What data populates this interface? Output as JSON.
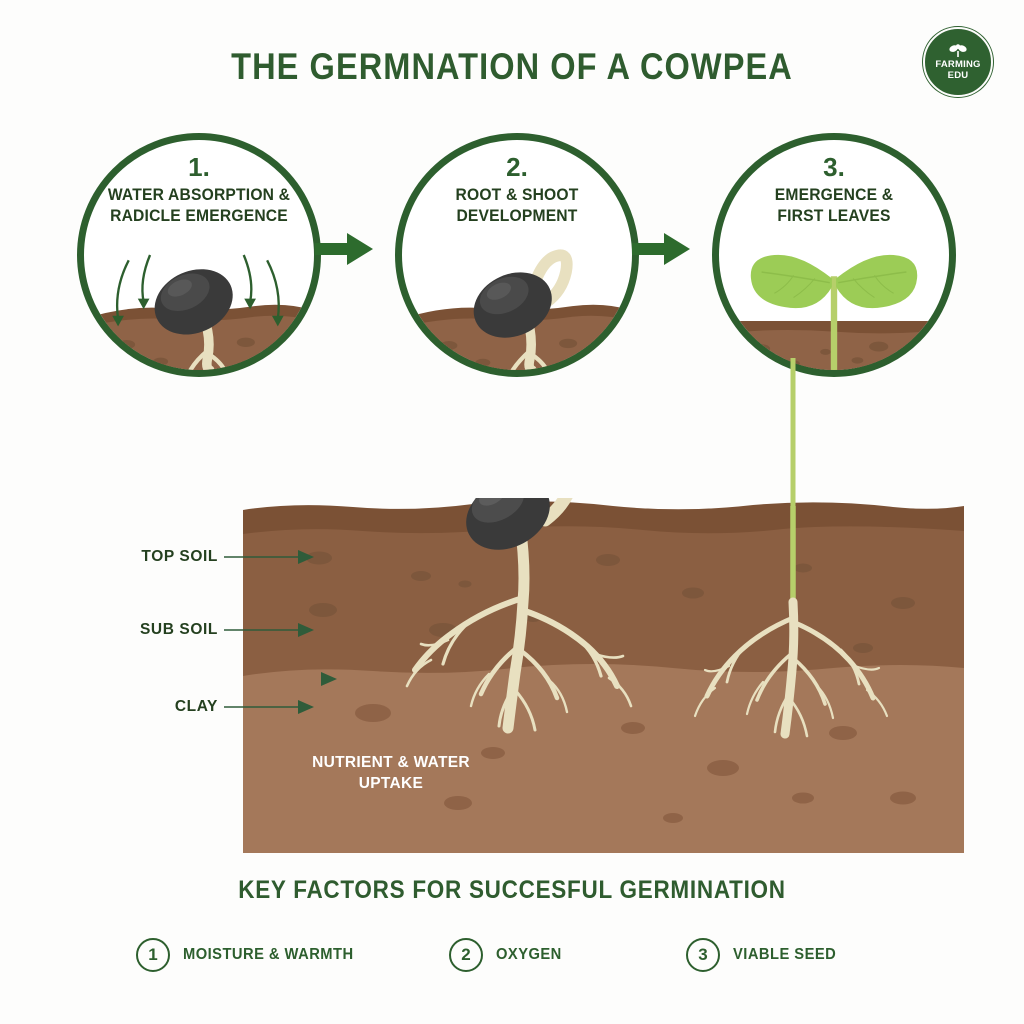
{
  "page": {
    "title": "THE GERMNATION OF A COWPEA",
    "background_color": "#fdfdfc",
    "accent_green": "#2d5f2e",
    "title_green": "#2f5c2f",
    "text_dark_green": "#24401f"
  },
  "logo": {
    "icon": "sprout-leaf-icon",
    "line1": "FARMING",
    "line2": "EDU",
    "background_color": "#2f6130",
    "text_color": "#ffffff"
  },
  "stages": [
    {
      "number": "1.",
      "line1": "WATER ABSORPTION &",
      "line2": "RADICLE EMERGENCE",
      "art": "seed-with-water-arrows-icon"
    },
    {
      "number": "2.",
      "line1": "ROOT & SHOOT",
      "line2": "DEVELOPMENT",
      "art": "seed-with-hypocotyl-hook-icon"
    },
    {
      "number": "3.",
      "line1": "EMERGENCE &",
      "line2": "FIRST LEAVES",
      "art": "seedling-with-cotyledons-icon"
    }
  ],
  "flow_arrows": [
    {
      "name": "flow-arrow-1-to-2",
      "icon": "arrow-right-icon"
    },
    {
      "name": "flow-arrow-2-to-3",
      "icon": "arrow-right-icon"
    }
  ],
  "soil": {
    "labels": [
      {
        "text": "TOP SOIL",
        "icon": "arrow-right-icon"
      },
      {
        "text": "SUB SOIL",
        "icon": "arrow-right-icon"
      },
      {
        "text": "CLAY",
        "icon": "arrow-right-icon"
      }
    ],
    "uptake_caption": "NUTRIENT & WATER UPTAKE",
    "layer_colors": {
      "crust": "#7b5135",
      "top_soil": "#8f6347",
      "sub_soil": "#8b5f42",
      "clay": "#a4785a",
      "pebble": "#7d573c"
    },
    "seed_color": "#3a3a3a",
    "root_color": "#e8e0c0",
    "stem_color": "#b6cf6a",
    "leaf_color": "#9ccc56"
  },
  "footer": {
    "title": "KEY FACTORS FOR SUCCESFUL GERMINATION",
    "factors": [
      {
        "number": "1",
        "label": "MOISTURE & WARMTH"
      },
      {
        "number": "2",
        "label": "OXYGEN"
      },
      {
        "number": "3",
        "label": "VIABLE SEED"
      }
    ]
  }
}
